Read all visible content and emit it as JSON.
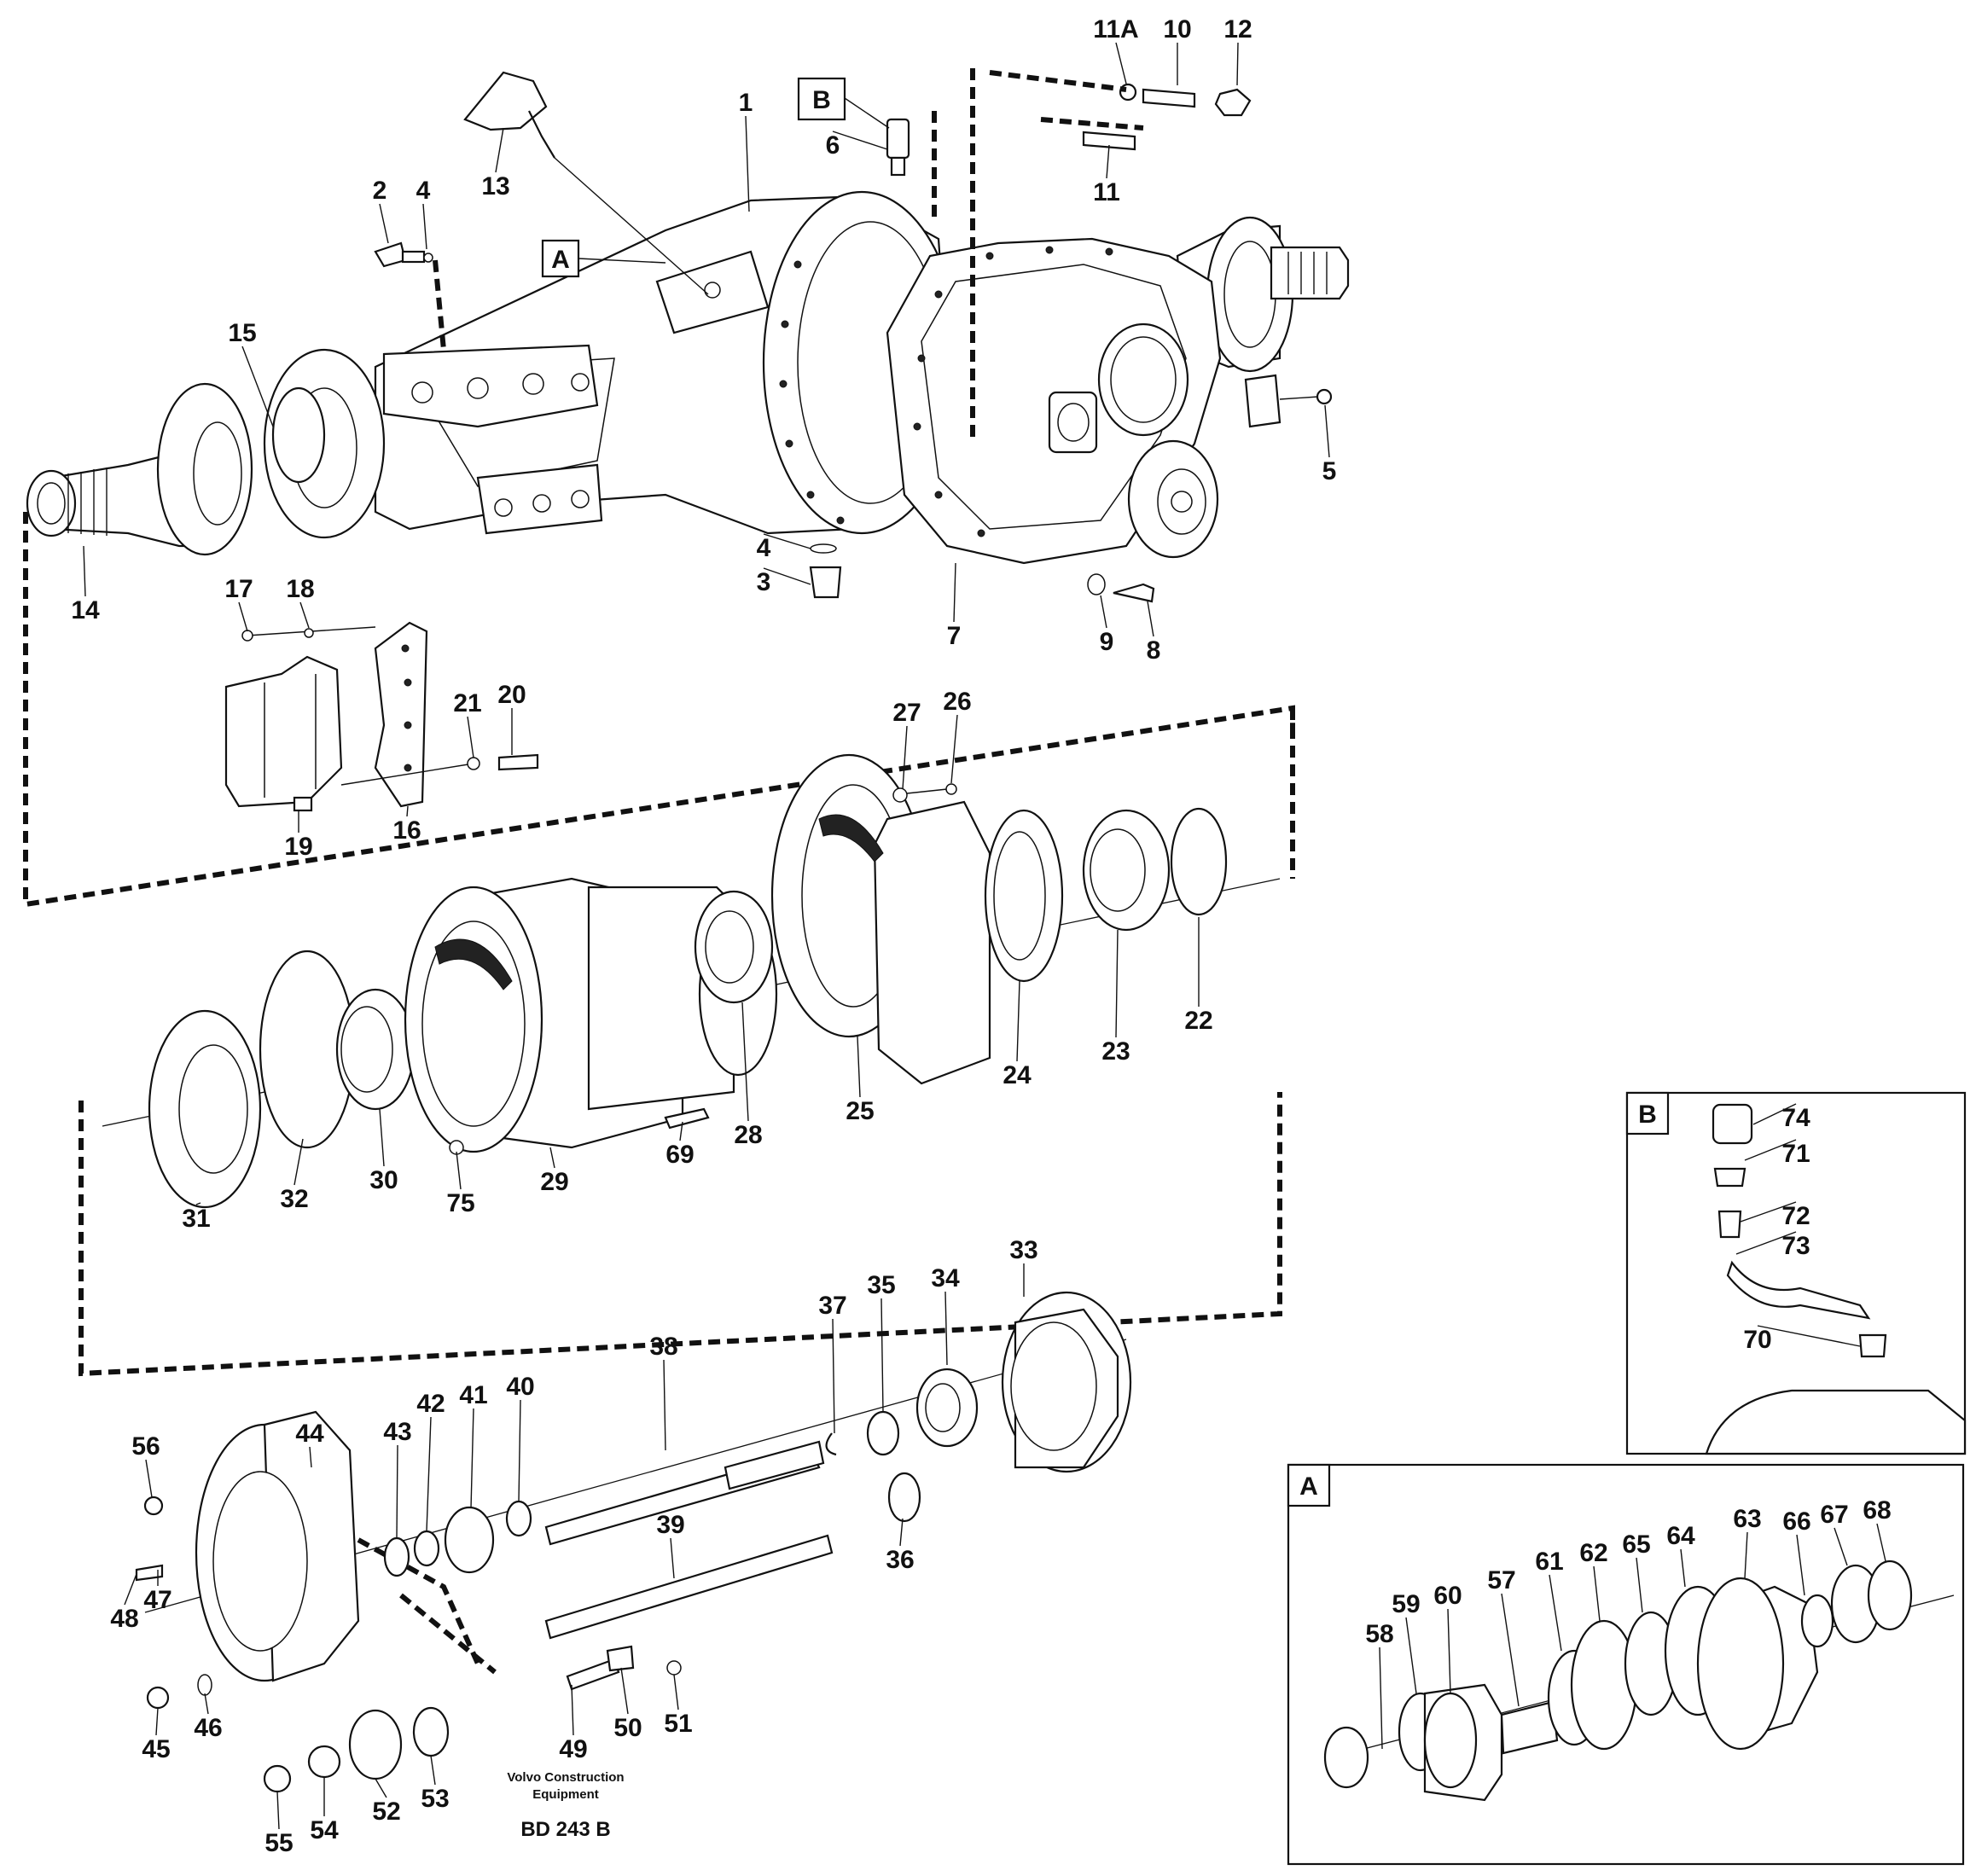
{
  "diagram": {
    "labels": {
      "l1": "1",
      "l2": "2",
      "l3": "3",
      "l4a": "4",
      "l4b": "4",
      "l5": "5",
      "l6": "6",
      "l7": "7",
      "l8": "8",
      "l9": "9",
      "l10": "10",
      "l11": "11",
      "l11a": "11A",
      "l12": "12",
      "l13": "13",
      "l14": "14",
      "l15": "15",
      "l16": "16",
      "l17": "17",
      "l18": "18",
      "l19": "19",
      "l20": "20",
      "l21": "21",
      "l22": "22",
      "l23": "23",
      "l24": "24",
      "l25": "25",
      "l26": "26",
      "l27": "27",
      "l28": "28",
      "l29": "29",
      "l30": "30",
      "l31": "31",
      "l32": "32",
      "l33": "33",
      "l34": "34",
      "l35": "35",
      "l36": "36",
      "l37": "37",
      "l38": "38",
      "l39": "39",
      "l40": "40",
      "l41": "41",
      "l42": "42",
      "l43": "43",
      "l44": "44",
      "l45": "45",
      "l46": "46",
      "l47": "47",
      "l48": "48",
      "l49": "49",
      "l50": "50",
      "l51": "51",
      "l52": "52",
      "l53": "53",
      "l54": "54",
      "l55": "55",
      "l56": "56",
      "l57": "57",
      "l58": "58",
      "l59": "59",
      "l60": "60",
      "l61": "61",
      "l62": "62",
      "l63": "63",
      "l64": "64",
      "l65": "65",
      "l66": "66",
      "l67": "67",
      "l68": "68",
      "l69": "69",
      "l70": "70",
      "l71": "71",
      "l72": "72",
      "l73": "73",
      "l74": "74",
      "l75": "75"
    },
    "callouts": {
      "a_main": "A",
      "b_main": "B",
      "a_inset": "A",
      "b_inset": "B"
    },
    "credit": {
      "line1": "Volvo Construction",
      "line2": "Equipment"
    },
    "drawing_code": "BD 243 B"
  }
}
